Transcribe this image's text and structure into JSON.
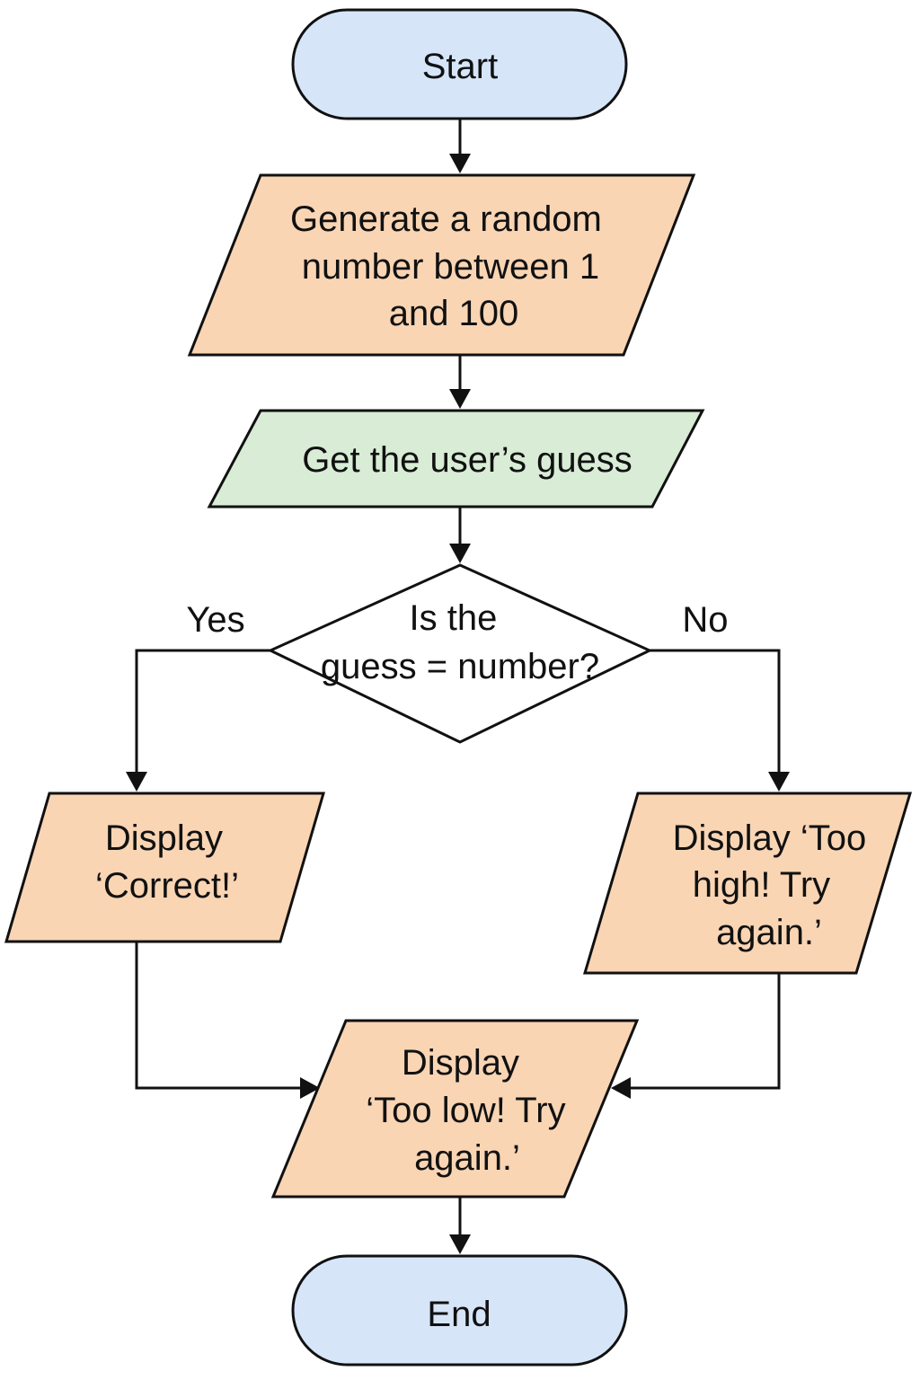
{
  "colors": {
    "terminal_fill": "#d6e6f8",
    "process_fill": "#f9d5b4",
    "input_fill": "#d8ecd6",
    "decision_fill": "#ffffff",
    "line": "#111111"
  },
  "nodes": {
    "start": {
      "shape": "terminal",
      "lines": [
        "Start"
      ]
    },
    "generate": {
      "shape": "parallelogram",
      "lines": [
        "Generate a random",
        "number between 1",
        "and 100"
      ]
    },
    "get_guess": {
      "shape": "parallelogram",
      "lines": [
        "Get the user’s guess"
      ]
    },
    "decision": {
      "shape": "diamond",
      "lines": [
        "Is the",
        "guess = number?"
      ]
    },
    "correct": {
      "shape": "parallelogram",
      "lines": [
        "Display",
        "‘Correct!’"
      ]
    },
    "too_high": {
      "shape": "parallelogram",
      "lines": [
        "Display ‘Too",
        "high! Try",
        "again.’"
      ]
    },
    "too_low": {
      "shape": "parallelogram",
      "lines": [
        "Display",
        "‘Too low! Try",
        "again.’"
      ]
    },
    "end": {
      "shape": "terminal",
      "lines": [
        "End"
      ]
    }
  },
  "edge_labels": {
    "yes": "Yes",
    "no": "No"
  }
}
